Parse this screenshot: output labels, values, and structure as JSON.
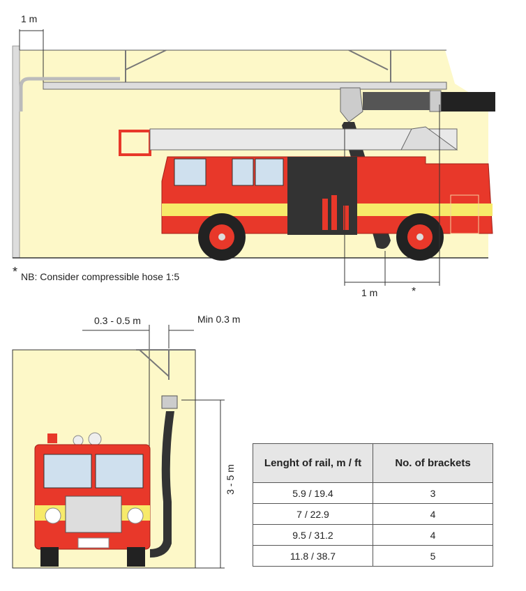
{
  "side_view": {
    "top_dimension": "1 m",
    "note_marker": "*",
    "note": "NB: Consider compressible hose 1:5",
    "bottom_dimension": "1 m",
    "bottom_marker": "*"
  },
  "front_view": {
    "bracket_offset": "0.3 - 0.5 m",
    "min_clearance": "Min 0.3 m",
    "height_range": "3 - 5 m"
  },
  "table": {
    "headers": [
      "Lenght of rail, m / ft",
      "No. of brackets"
    ],
    "rows": [
      [
        "5.9 / 19.4",
        "3"
      ],
      [
        "7 / 22.9",
        "4"
      ],
      [
        "9.5 / 31.2",
        "4"
      ],
      [
        "11.8 / 38.7",
        "5"
      ]
    ]
  },
  "colors": {
    "wall": "#fdf8c8",
    "truck_red": "#e8382a",
    "stripe": "#f7ea6a",
    "hose": "#333333"
  }
}
